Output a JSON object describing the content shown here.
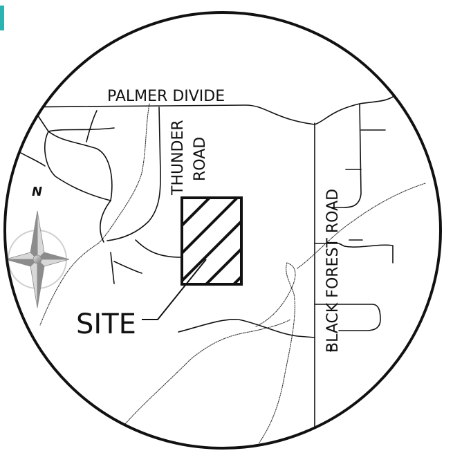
{
  "labels": {
    "palmer_divide": "PALMER DIVIDE",
    "thunder": "THUNDER",
    "road": "ROAD",
    "black_forest_road": "BLACK FOREST ROAD",
    "site": "SITE",
    "north": "N"
  },
  "colors": {
    "ink": "#111111",
    "compass_light": "#d9d9d9",
    "compass_dark": "#6b6b6b",
    "corner_accent": "#2ab3b0"
  },
  "icons": {
    "compass": "north-arrow-compass-icon"
  }
}
